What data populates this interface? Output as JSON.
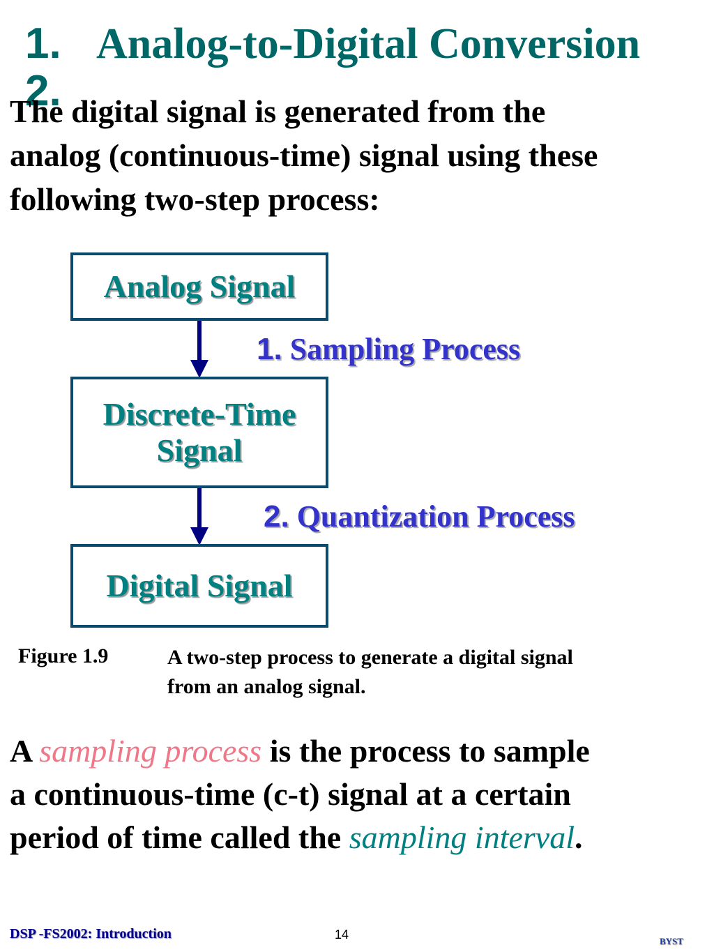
{
  "title": {
    "number": "1.",
    "text": "Analog-to-Digital Conversion",
    "overlap_number": "2."
  },
  "intro": {
    "lines": [
      "The digital signal is generated from the",
      "analog (continuous-time) signal using these",
      "following two-step process:"
    ]
  },
  "diagram": {
    "boxes": {
      "analog": [
        "Analog Signal"
      ],
      "discrete": [
        "Discrete-Time",
        "Signal"
      ],
      "digital": [
        "Digital Signal"
      ]
    },
    "steps": [
      {
        "number": "1.",
        "label": "Sampling Process"
      },
      {
        "number": "2.",
        "label": "Quantization Process"
      }
    ]
  },
  "figure": {
    "label": "Figure 1.9",
    "caption_lines": [
      "A two-step process to generate a digital signal",
      "from an analog signal."
    ]
  },
  "paragraph": {
    "part1": "A ",
    "term1": "sampling process",
    "part2": " is the process to sample",
    "line2": "a continuous-time (c-t) signal at a certain",
    "part3": "period of time called the ",
    "term2": "sampling interval",
    "part4": "."
  },
  "footer": {
    "left": "DSP -FS2002: Introduction",
    "page": "14",
    "right": "BYST"
  },
  "colors": {
    "title": "#006666",
    "box_border": "#0a4a6e",
    "box_text": "#008080",
    "step_text": "#3333cc",
    "arrow": "#000080",
    "term_pink": "#ee7788",
    "term_teal": "#008080",
    "footer": "#00008b"
  }
}
